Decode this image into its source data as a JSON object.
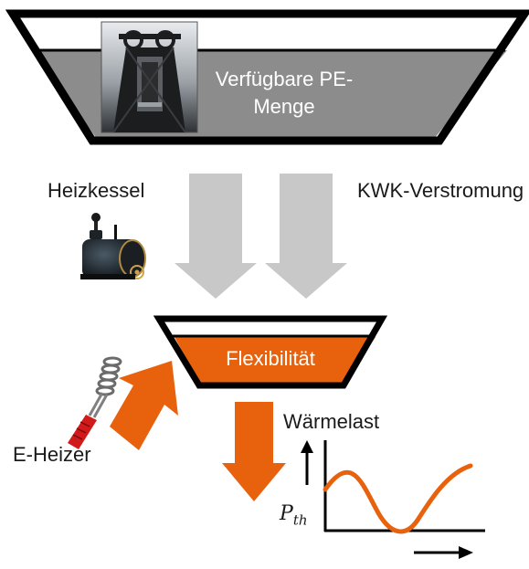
{
  "funnel_top": {
    "label_line1": "Verfügbare PE-",
    "label_line2": "Menge",
    "photo_icon": "winding-tower-photo"
  },
  "sources": {
    "left_label": "Heizkessel",
    "right_label": "KWK-Verstromung",
    "boiler_icon": "boiler-photo"
  },
  "funnel_bottom": {
    "label": "Flexibilität"
  },
  "heater": {
    "label": "E-Heizer",
    "icon": "immersion-heater-photo"
  },
  "heat_load": {
    "title": "Wärmelast",
    "y_label_main": "P",
    "y_label_sub": "th"
  },
  "colors": {
    "accent": "#e8620e",
    "gray_arrow": "#c8c8c8",
    "outline": "#000000",
    "fill_gray": "#8c8c8c"
  }
}
